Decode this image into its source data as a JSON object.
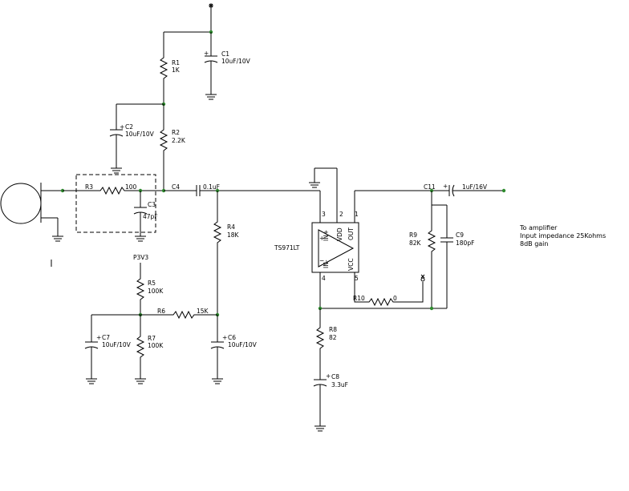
{
  "components": {
    "R1": {
      "ref": "R1",
      "value": "1K"
    },
    "R2": {
      "ref": "R2",
      "value": "2.2K"
    },
    "R3": {
      "ref": "R3",
      "value": "100"
    },
    "R4": {
      "ref": "R4",
      "value": "18K"
    },
    "R5": {
      "ref": "R5",
      "value": "100K"
    },
    "R6": {
      "ref": "R6",
      "value": "15K"
    },
    "R7": {
      "ref": "R7",
      "value": "100K"
    },
    "R8": {
      "ref": "R8",
      "value": "82"
    },
    "R9": {
      "ref": "R9",
      "value": "82K"
    },
    "R10": {
      "ref": "R10",
      "value": "0"
    },
    "C1": {
      "ref": "C1",
      "value": "10uF/10V"
    },
    "C2": {
      "ref": "C2",
      "value": "10uF/10V"
    },
    "C3": {
      "ref": "C3",
      "value": "47pF"
    },
    "C4": {
      "ref": "C4",
      "value": "0.1uF"
    },
    "C6": {
      "ref": "C6",
      "value": "10uF/10V"
    },
    "C7": {
      "ref": "C7",
      "value": "10uF/10V"
    },
    "C8": {
      "ref": "C8",
      "value": "3.3uF"
    },
    "C9": {
      "ref": "C9",
      "value": "180pF"
    },
    "C11": {
      "ref": "C11",
      "value": "1uF/16V"
    }
  },
  "opamp": {
    "part": "TS971LT",
    "pins": {
      "p1": "1",
      "p2": "2",
      "p3": "3",
      "p4": "4",
      "p5": "5"
    },
    "labels": {
      "in_plus": "IN+",
      "in_minus": "IN-",
      "vdd": "VDD",
      "vcc": "VCC",
      "out": "OUT"
    }
  },
  "net_labels": {
    "p3v3": "P3V3"
  },
  "notes": [
    "To amplifier",
    "Input impedance 25Kohms",
    "8dB gain"
  ],
  "colors": {
    "wire": "#000000",
    "junction": "#2e8b2e"
  }
}
